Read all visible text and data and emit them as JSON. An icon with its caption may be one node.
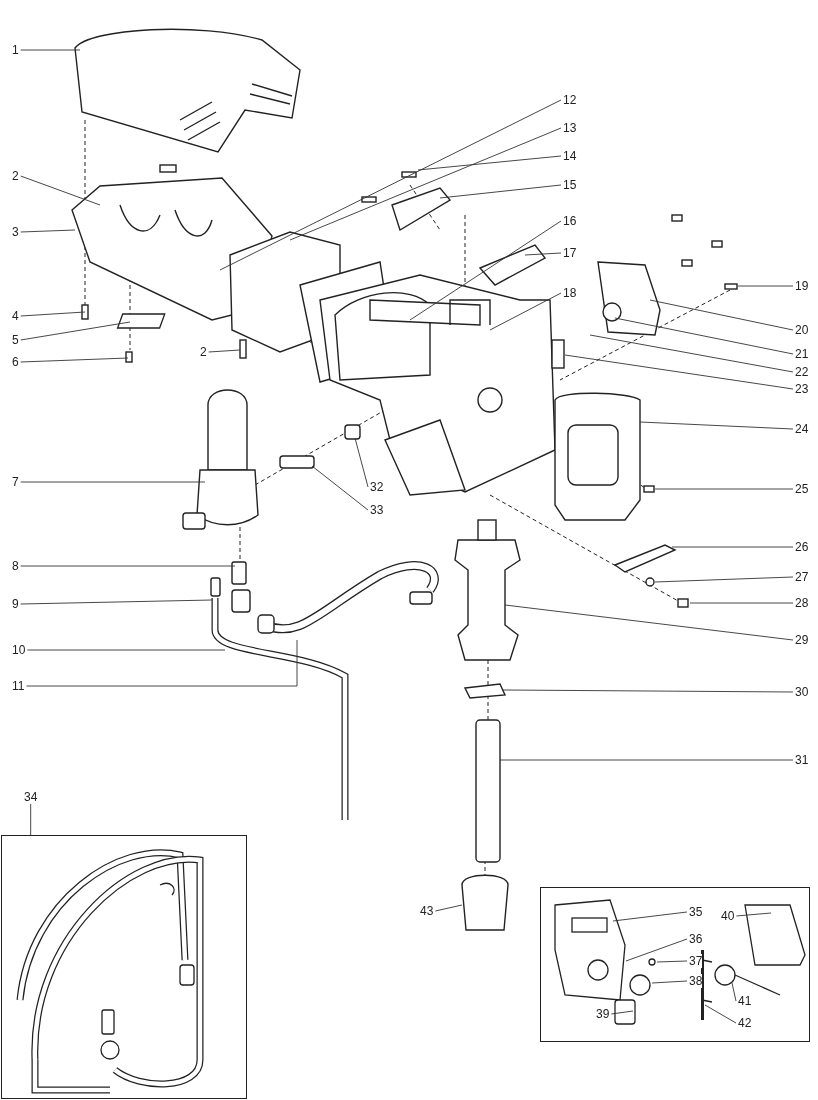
{
  "diagram": {
    "nodes": [
      {
        "text": [
          "1"
        ]
      },
      {
        "text": [
          "2"
        ]
      },
      {
        "text": [
          "3"
        ]
      },
      {
        "text": [
          "4"
        ]
      },
      {
        "text": [
          "5"
        ]
      },
      {
        "text": [
          "6"
        ]
      },
      {
        "text": [
          "2"
        ]
      },
      {
        "text": [
          "7"
        ]
      },
      {
        "text": [
          "8"
        ]
      },
      {
        "text": [
          "9"
        ]
      },
      {
        "text": [
          "10"
        ]
      },
      {
        "text": [
          "11"
        ]
      },
      {
        "text": [
          "12"
        ]
      },
      {
        "text": [
          "13"
        ]
      },
      {
        "text": [
          "14"
        ]
      },
      {
        "text": [
          "15"
        ]
      },
      {
        "text": [
          "16"
        ]
      },
      {
        "text": [
          "17"
        ]
      },
      {
        "text": [
          "18"
        ]
      },
      {
        "text": [
          "19"
        ]
      },
      {
        "text": [
          "20"
        ]
      },
      {
        "text": [
          "21"
        ]
      },
      {
        "text": [
          "22"
        ]
      },
      {
        "text": [
          "23"
        ]
      },
      {
        "text": [
          "24"
        ]
      },
      {
        "text": [
          "25"
        ]
      },
      {
        "text": [
          "26"
        ]
      },
      {
        "text": [
          "27"
        ]
      },
      {
        "text": [
          "28"
        ]
      },
      {
        "text": [
          "29"
        ]
      },
      {
        "text": [
          "30"
        ]
      },
      {
        "text": [
          "31"
        ]
      },
      {
        "text": [
          "32"
        ]
      },
      {
        "text": [
          "33"
        ]
      },
      {
        "text": [],
        "shape": "box"
      },
      {
        "text": [
          "34"
        ]
      },
      {
        "text": [],
        "shape": "box"
      },
      {
        "text": [
          "35"
        ],
        "in": 36
      },
      {
        "text": [
          "36"
        ],
        "in": 36
      },
      {
        "text": [
          "37"
        ],
        "in": 36
      },
      {
        "text": [
          "38"
        ],
        "in": 36
      },
      {
        "text": [
          "39"
        ],
        "in": 36
      },
      {
        "text": [
          "40"
        ],
        "in": 36
      },
      {
        "text": [
          "41"
        ],
        "in": 36
      },
      {
        "text": [
          "42"
        ],
        "in": 36
      },
      {
        "text": [
          "43"
        ]
      },
      {
        "text": [],
        "shape": "bar",
        "in": 36
      }
    ],
    "edges": [
      {
        "from": 0,
        "to": null,
        "arrow": "none"
      },
      {
        "from": 1,
        "to": null,
        "arrow": "none"
      },
      {
        "from": 2,
        "to": null,
        "arrow": "none"
      },
      {
        "from": 3,
        "to": null,
        "arrow": "none"
      },
      {
        "from": 4,
        "to": null,
        "arrow": "none"
      },
      {
        "from": 5,
        "to": null,
        "arrow": "none"
      },
      {
        "from": 6,
        "to": null,
        "arrow": "none"
      },
      {
        "from": 7,
        "to": null,
        "arrow": "none"
      },
      {
        "from": 8,
        "to": null,
        "arrow": "none"
      },
      {
        "from": 9,
        "to": null,
        "arrow": "none"
      },
      {
        "from": 10,
        "to": null,
        "arrow": "none"
      },
      {
        "from": 11,
        "to": null,
        "arrow": "none"
      },
      {
        "from": 12,
        "to": null,
        "arrow": "none"
      },
      {
        "from": 13,
        "to": null,
        "arrow": "none"
      },
      {
        "from": 14,
        "to": null,
        "arrow": "none"
      },
      {
        "from": 15,
        "to": null,
        "arrow": "none"
      },
      {
        "from": 16,
        "to": null,
        "arrow": "none"
      },
      {
        "from": 17,
        "to": null,
        "arrow": "none"
      },
      {
        "from": 18,
        "to": null,
        "arrow": "none"
      },
      {
        "from": 19,
        "to": null,
        "arrow": "none"
      },
      {
        "from": 20,
        "to": null,
        "arrow": "none"
      },
      {
        "from": 21,
        "to": null,
        "arrow": "none"
      },
      {
        "from": 22,
        "to": null,
        "arrow": "none"
      },
      {
        "from": 23,
        "to": null,
        "arrow": "none"
      },
      {
        "from": 24,
        "to": null,
        "arrow": "none"
      },
      {
        "from": 25,
        "to": null,
        "arrow": "none"
      },
      {
        "from": 26,
        "to": null,
        "arrow": "none"
      },
      {
        "from": 27,
        "to": null,
        "arrow": "none"
      },
      {
        "from": 28,
        "to": null,
        "arrow": "none"
      },
      {
        "from": 29,
        "to": null,
        "arrow": "none"
      },
      {
        "from": 30,
        "to": null,
        "arrow": "none"
      },
      {
        "from": 31,
        "to": null,
        "arrow": "none"
      },
      {
        "from": 32,
        "to": null,
        "arrow": "none"
      },
      {
        "from": 33,
        "to": null,
        "arrow": "none"
      },
      {
        "from": 35,
        "to": 34,
        "arrow": "none"
      },
      {
        "from": 37,
        "to": null,
        "arrow": "none"
      },
      {
        "from": 38,
        "to": null,
        "arrow": "none"
      },
      {
        "from": 39,
        "to": null,
        "arrow": "none"
      },
      {
        "from": 40,
        "to": null,
        "arrow": "none"
      },
      {
        "from": 41,
        "to": null,
        "arrow": "none"
      },
      {
        "from": 42,
        "to": null,
        "arrow": "none"
      },
      {
        "from": 43,
        "to": null,
        "arrow": "none"
      },
      {
        "from": 44,
        "to": 46,
        "arrow": "none"
      },
      {
        "from": 45,
        "to": null,
        "arrow": "none"
      }
    ]
  }
}
